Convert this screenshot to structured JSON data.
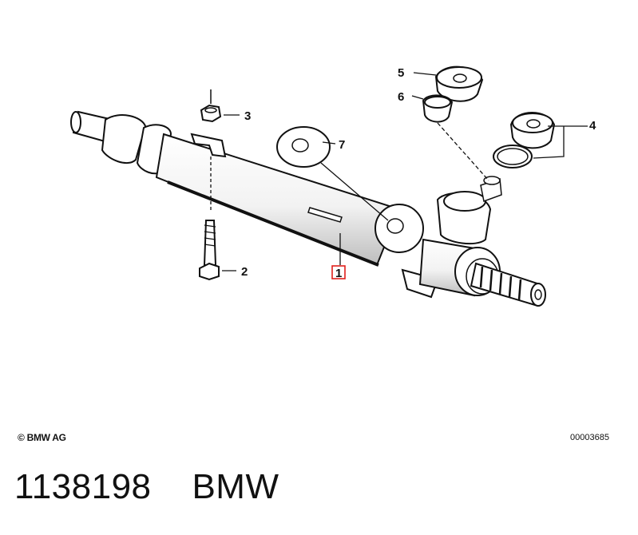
{
  "diagram": {
    "callouts": [
      {
        "id": "1",
        "label": "1",
        "highlighted": true
      },
      {
        "id": "2",
        "label": "2"
      },
      {
        "id": "3",
        "label": "3"
      },
      {
        "id": "4",
        "label": "4"
      },
      {
        "id": "5",
        "label": "5"
      },
      {
        "id": "6",
        "label": "6"
      },
      {
        "id": "7",
        "label": "7"
      }
    ],
    "highlight_color": "#e0201c"
  },
  "footer": {
    "copyright": "© BMW AG",
    "image_code": "00003685"
  },
  "title": {
    "part_number": "1138198",
    "brand": "BMW"
  }
}
